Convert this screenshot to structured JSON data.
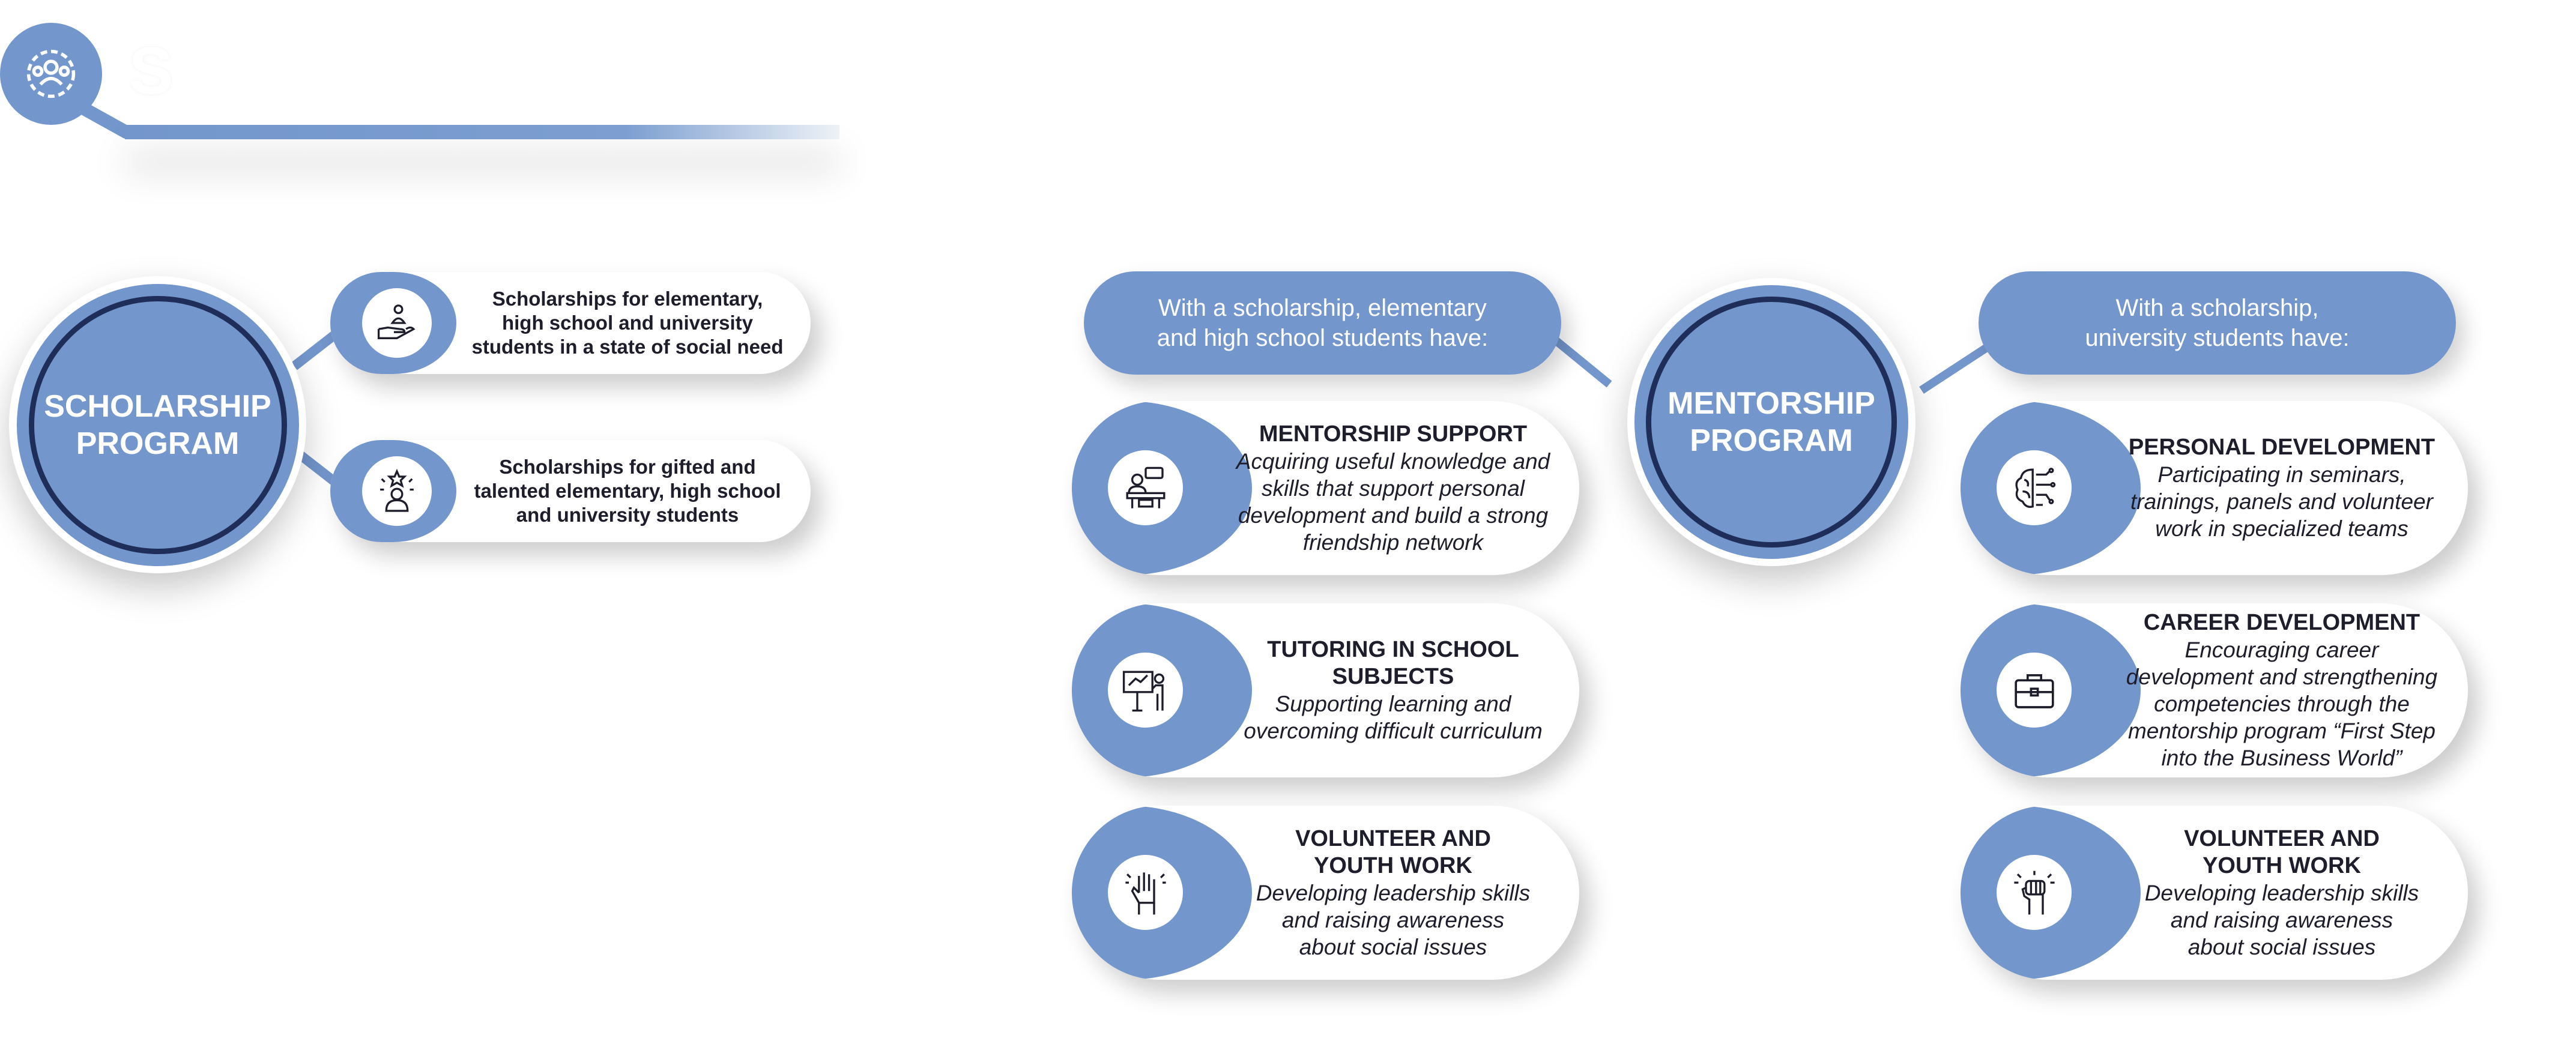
{
  "header": {
    "title": "S",
    "icon": "people-gear-icon"
  },
  "colors": {
    "accent": "#7396cc",
    "ring_border": "#1f2e59",
    "text": "#1d1d2b",
    "white": "#ffffff"
  },
  "scholarship": {
    "title_line1": "SCHOLARSHIP",
    "title_line2": "PROGRAM",
    "items": [
      {
        "icon": "hand-holding-person-icon",
        "line1": "Scholarships for elementary,",
        "line2": "high school and university",
        "line3": "students in a state of social need"
      },
      {
        "icon": "person-star-icon",
        "line1": "Scholarships for gifted and",
        "line2": "talented elementary, high school",
        "line3": "and university students"
      }
    ]
  },
  "mentorship": {
    "title_line1": "MENTORSHIP",
    "title_line2": "PROGRAM",
    "left_header": {
      "line1": "With a scholarship, elementary",
      "line2": "and high school students have:"
    },
    "right_header": {
      "line1": "With a scholarship,",
      "line2": "university students have:"
    },
    "left_items": [
      {
        "icon": "mentor-desk-icon",
        "title1": "MENTORSHIP SUPPORT",
        "title2": "",
        "desc1": "Acquiring useful knowledge and",
        "desc2": "skills that support personal",
        "desc3": "development and build a strong",
        "desc4": "friendship network"
      },
      {
        "icon": "teacher-board-icon",
        "title1": "TUTORING IN SCHOOL",
        "title2": "SUBJECTS",
        "desc1": "Supporting learning and",
        "desc2": "overcoming difficult curriculum",
        "desc3": "",
        "desc4": ""
      },
      {
        "icon": "raised-hand-icon",
        "title1": "VOLUNTEER AND",
        "title2": "YOUTH WORK",
        "desc1": "Developing leadership skills",
        "desc2": "and raising awareness",
        "desc3": "about social issues",
        "desc4": ""
      }
    ],
    "right_items": [
      {
        "icon": "brain-circuit-icon",
        "title1": "PERSONAL DEVELOPMENT",
        "title2": "",
        "desc1": "Participating in seminars,",
        "desc2": "trainings, panels and volunteer",
        "desc3": "work in specialized teams",
        "desc4": "",
        "desc5": ""
      },
      {
        "icon": "briefcase-icon",
        "title1": "CAREER DEVELOPMENT",
        "title2": "",
        "desc1": "Encouraging career",
        "desc2": "development and strengthening",
        "desc3": "competencies through the",
        "desc4": "mentorship program “First Step",
        "desc5": "into the Business World”"
      },
      {
        "icon": "raised-fist-icon",
        "title1": "VOLUNTEER AND",
        "title2": "YOUTH WORK",
        "desc1": "Developing leadership skills",
        "desc2": "and raising awareness",
        "desc3": "about social issues",
        "desc4": "",
        "desc5": ""
      }
    ]
  }
}
